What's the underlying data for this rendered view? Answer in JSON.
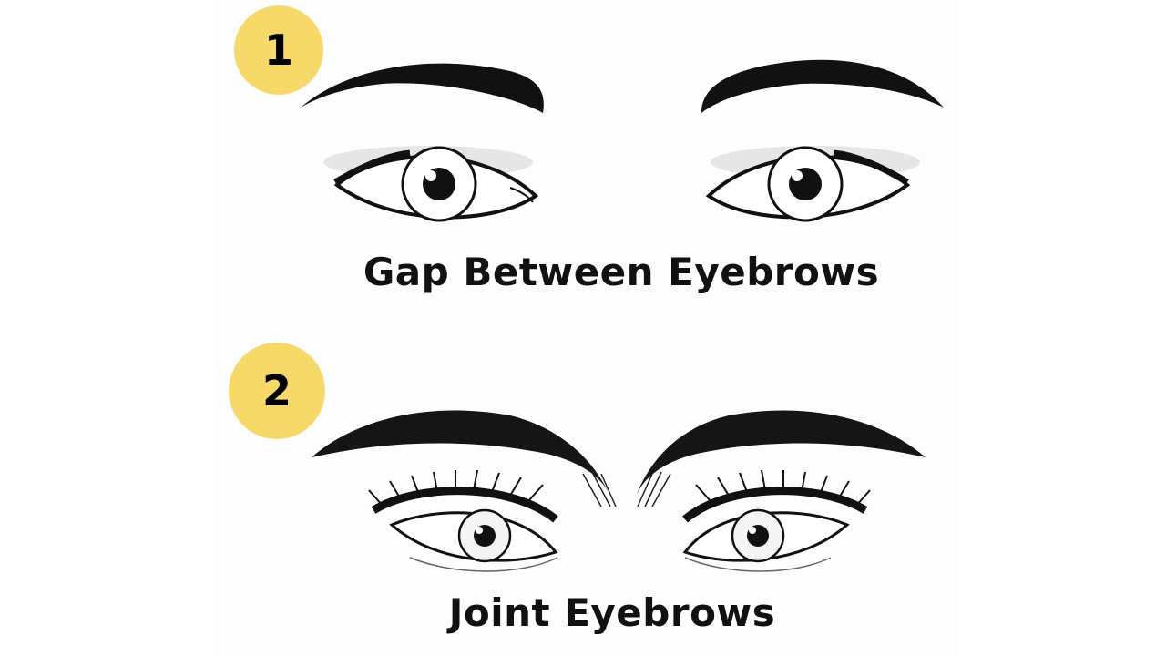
{
  "options": [
    {
      "number": "1",
      "caption": "Gap Between Eyebrows"
    },
    {
      "number": "2",
      "caption": "Joint Eyebrows"
    }
  ],
  "colors": {
    "badge": "#f7d96a",
    "ink": "#111111"
  },
  "icons": [
    "eyebrow-icon",
    "eye-icon"
  ]
}
